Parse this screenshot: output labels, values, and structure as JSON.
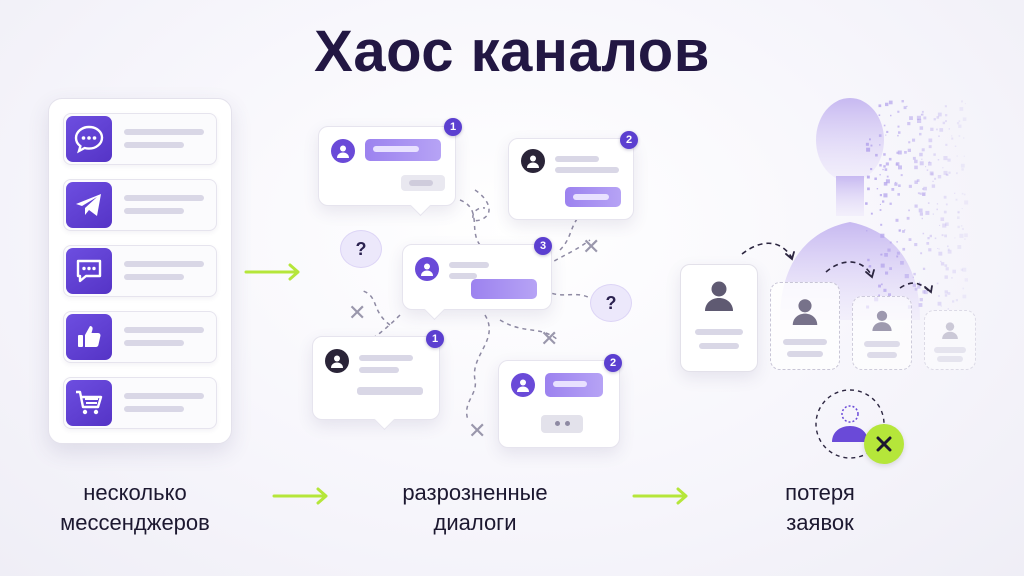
{
  "title": "Хаос каналов",
  "stages": [
    {
      "line1": "несколько",
      "line2": "мессенджеров"
    },
    {
      "line1": "разрозненные",
      "line2": "диалоги"
    },
    {
      "line1": "потеря",
      "line2": "заявок"
    }
  ],
  "apps": [
    "chat-bubble-icon",
    "telegram-icon",
    "message-dots-icon",
    "thumbs-up-icon",
    "shopping-cart-icon"
  ],
  "bubble_badges": [
    "1",
    "2",
    "3",
    "1",
    "2"
  ],
  "question_marks": [
    "?",
    "?"
  ],
  "colors": {
    "primary": "#5b3fd0",
    "accent_green": "#b5e63a",
    "title": "#221743"
  }
}
